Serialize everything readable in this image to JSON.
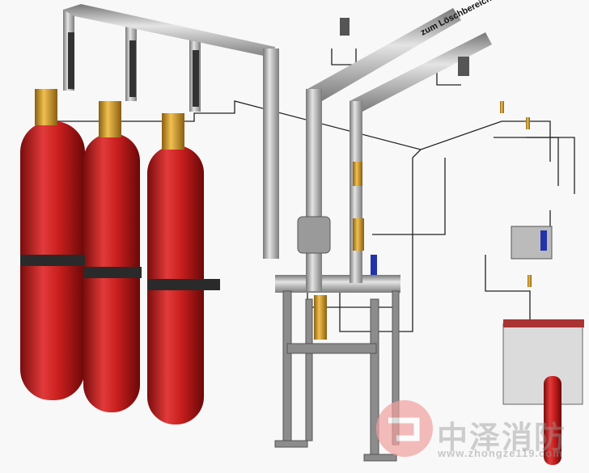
{
  "diagram": {
    "pipe_label": "zum Löschbereich",
    "watermark": {
      "name": "中泽消防",
      "url": "www.zhongze119.com"
    },
    "colors": {
      "cylinder": "#c81e1e",
      "pipe": "#a9a9a9",
      "brass": "#c8961e",
      "wire": "#222222",
      "watermark_logo": "#f2a0a0"
    }
  }
}
